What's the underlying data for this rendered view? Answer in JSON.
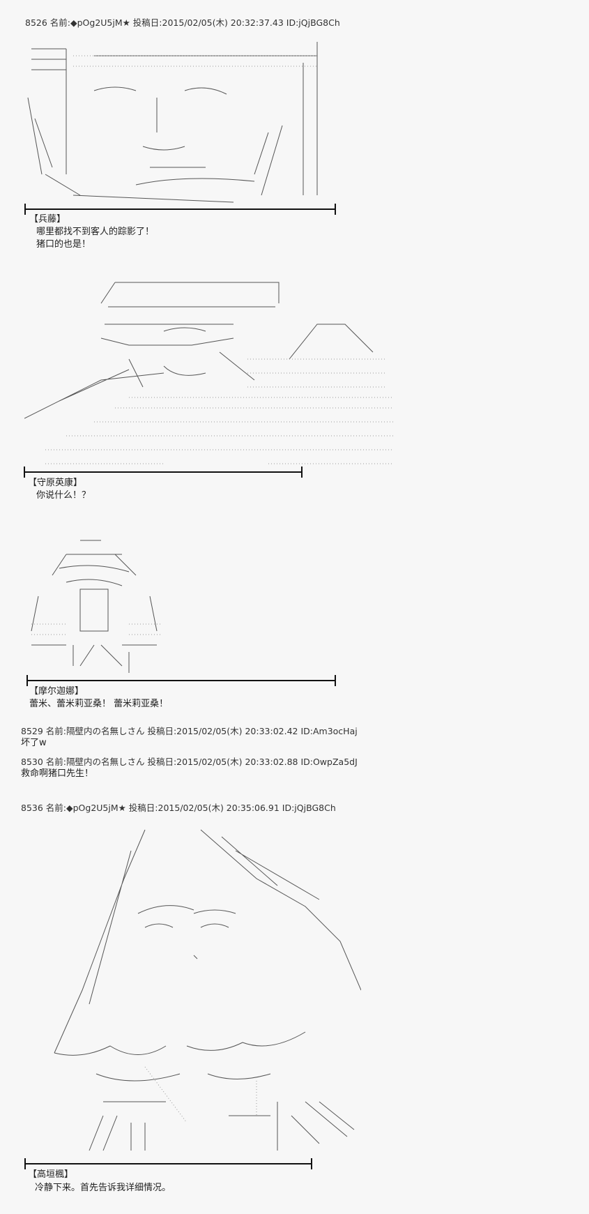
{
  "posts": [
    {
      "header": "8526 名前:◆pOg2U5jM★ 投稿日:2015/02/05(木) 20:32:37.43 ID:jQjBG8Ch"
    },
    {
      "header": "8529 名前:隔壁内の名無しさん 投稿日:2015/02/05(木) 20:33:02.42 ID:Am3ocHaj",
      "body": "坏了w"
    },
    {
      "header": "8530 名前:隔壁内の名無しさん 投稿日:2015/02/05(木) 20:33:02.88 ID:OwpZa5dJ",
      "body": "救命啊猪口先生！"
    },
    {
      "header": "8536 名前:◆pOg2U5jM★ 投稿日:2015/02/05(木) 20:35:06.91 ID:jQjBG8Ch"
    }
  ],
  "panels": [
    {
      "speaker": "【兵藤】",
      "lines": [
        "哪里都找不到客人的踪影了！",
        "猪口的也是！"
      ]
    },
    {
      "speaker": "【守原英康】",
      "lines": [
        "你说什么！？"
      ]
    },
    {
      "speaker": "【摩尔迦娜】",
      "lines": [
        "蕾米、蕾米莉亚桑！ 蕾米莉亚桑！"
      ]
    },
    {
      "speaker": "【高垣楓】",
      "lines": [
        "冷静下来。首先告诉我详细情况。"
      ]
    }
  ]
}
